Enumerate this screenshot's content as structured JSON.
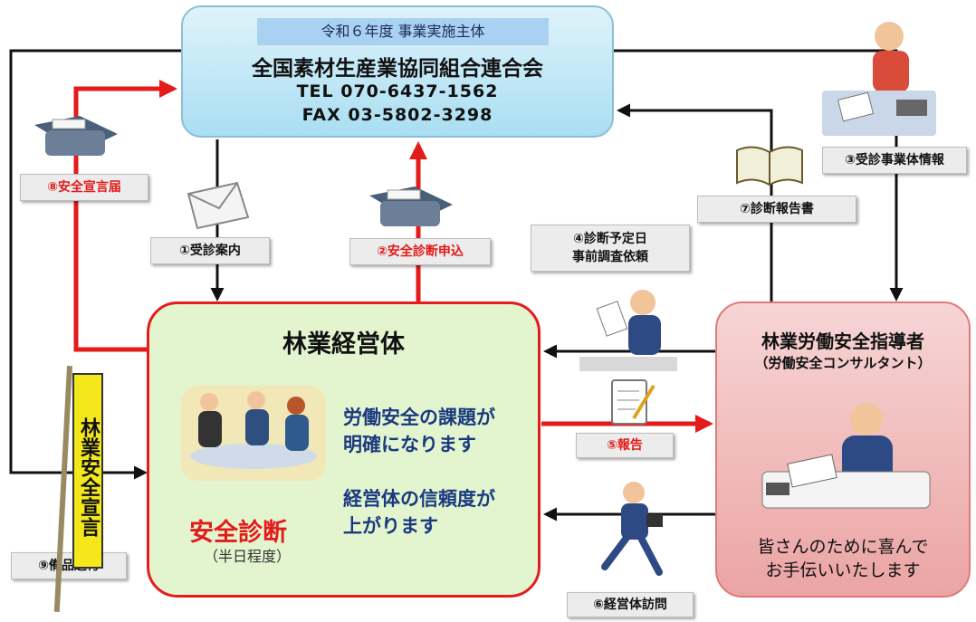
{
  "org": {
    "year_label": "令和６年度 事業実施主体",
    "name": "全国素材生産業協同組合連合会",
    "tel": "TEL 070-6437-1562",
    "fax": "FAX 03-5802-3298"
  },
  "forest": {
    "title": "林業経営体",
    "text1_line1": "労働安全の課題が",
    "text1_line2": "明確になります",
    "text2_line1": "経営体の信頼度が",
    "text2_line2": "上がります",
    "diagnosis": "安全診断",
    "half_day": "（半日程度）"
  },
  "instructor": {
    "title": "林業労働安全指導者",
    "subtitle": "（労働安全コンサルタント）",
    "message_line1": "皆さんのために喜んで",
    "message_line2": "お手伝いいたします"
  },
  "steps": {
    "s1": "①受診案内",
    "s2": "②安全診断申込",
    "s3": "③受診事業体情報",
    "s4_line1": "④診断予定日",
    "s4_line2": "事前調査依頼",
    "s5": "⑤報告",
    "s6": "⑥経営体訪問",
    "s7": "⑦診断報告書",
    "s8": "⑧安全宣言届",
    "s9": "⑨備品送付"
  },
  "banner": {
    "text": "林業安全宣言"
  },
  "colors": {
    "red_arrow": "#e31b1b",
    "black_arrow": "#111111"
  }
}
